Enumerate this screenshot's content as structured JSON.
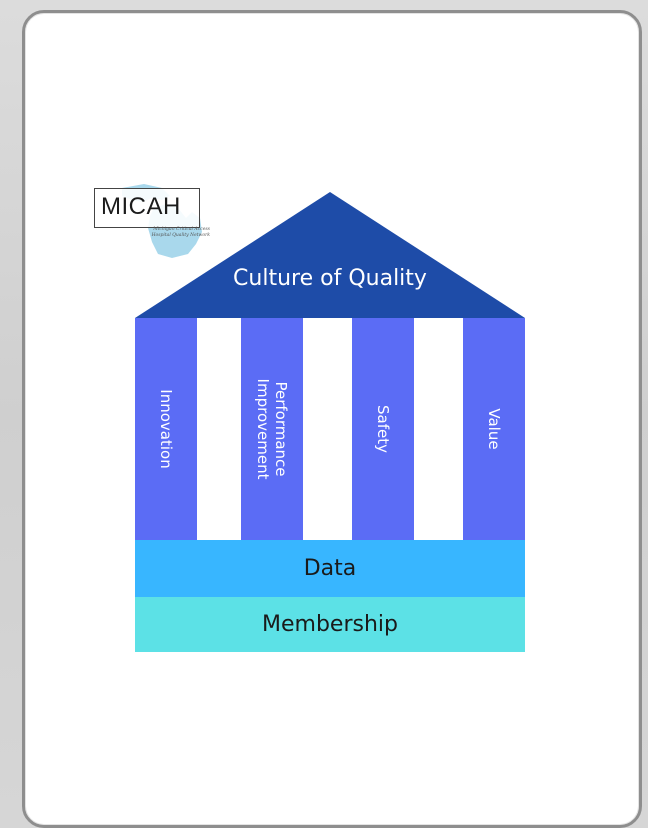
{
  "logo": {
    "text": "MICAH",
    "tagline": "Michigan Critical Access Hospital Quality Network"
  },
  "roof": {
    "label": "Culture of Quality",
    "color": "#1e4ca8"
  },
  "pillars": [
    {
      "label": "Innovation"
    },
    {
      "label_line1": "Performance",
      "label_line2": "Improvement"
    },
    {
      "label": "Safety"
    },
    {
      "label": "Value"
    }
  ],
  "foundation": {
    "data_label": "Data",
    "membership_label": "Membership"
  },
  "colors": {
    "roof": "#1e4ca8",
    "pillar": "#5b6cf5",
    "data_band": "#38b6ff",
    "membership_band": "#5ce1e6",
    "logo_map": "#a9d8ec"
  }
}
